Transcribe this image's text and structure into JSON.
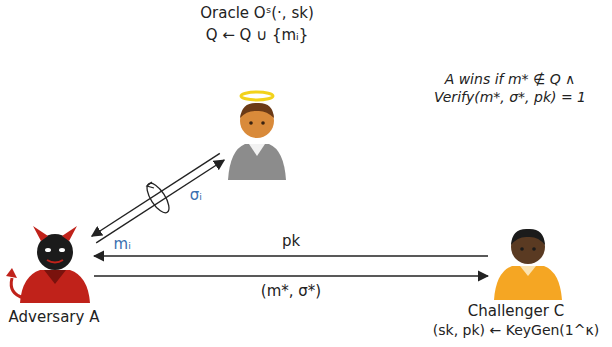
{
  "diagram": {
    "nodes": [
      {
        "text": [
          "Oracle Oˢ(·, sk)",
          "Q ← Q ∪ {mᵢ}"
        ]
      },
      {
        "text": [
          "Adversary A"
        ]
      },
      {
        "text": [
          "Challenger C",
          "(sk, pk) ← KeyGen(1^κ)"
        ]
      }
    ],
    "edges": [
      {
        "from": 2,
        "to": 1,
        "arrow": "to",
        "label": "pk"
      },
      {
        "from": 1,
        "to": 2,
        "arrow": "to",
        "label": "(m*, σ*)"
      },
      {
        "from": 1,
        "to": 0,
        "arrow": "to",
        "label": "mᵢ"
      },
      {
        "from": 0,
        "to": 1,
        "arrow": "to",
        "label": "σᵢ"
      }
    ],
    "labels": [
      "A wins if m* ∉ Q ∧ Verify(m*, σ*, pk) = 1"
    ]
  }
}
